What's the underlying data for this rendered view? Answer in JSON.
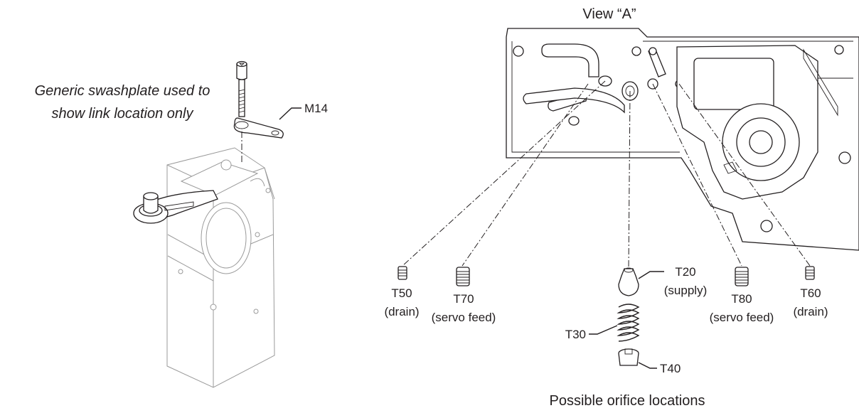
{
  "texts": {
    "note": [
      "Generic swashplate used to",
      "show link location only"
    ],
    "m14": "M14",
    "view": "View “A”",
    "t50": [
      "T50",
      "(drain)"
    ],
    "t70": [
      "T70",
      "(servo feed)"
    ],
    "t20": [
      "T20",
      "(supply)"
    ],
    "t80": [
      "T80",
      "(servo feed)"
    ],
    "t60": [
      "T60",
      "(drain)"
    ],
    "t30": "T30",
    "t40": "T40",
    "caption": "Possible orifice locations"
  },
  "colors": {
    "line": "#231f20",
    "ghost": "#9a9a9a",
    "background": "#ffffff"
  }
}
